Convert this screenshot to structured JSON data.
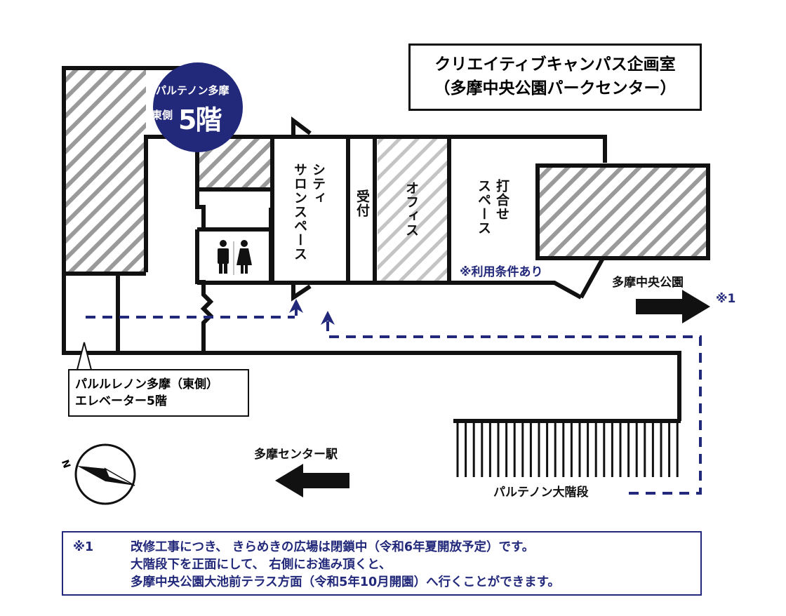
{
  "title": {
    "line1": "クリエイティブキャンパス企画室",
    "line2": "（多摩中央公園パークセンター）"
  },
  "badge": {
    "building": "パルテノン多摩",
    "side": "東側",
    "floor": "5階",
    "color": "#22287a"
  },
  "rooms": {
    "city_salon_1": "シティ",
    "city_salon_2": "サロンスペース",
    "reception": "受付",
    "office": "オフィス",
    "meeting_1": "打合せ",
    "meeting_2": "スペース",
    "meeting_note": "※利用条件あり"
  },
  "icons": {
    "restroom": "restroom-icon",
    "compass": "compass-icon"
  },
  "compass_label": "N",
  "directions": {
    "park": "多摩中央公園",
    "park_note": "※1",
    "station": "多摩センター駅",
    "stairs": "パルテノン大階段"
  },
  "elevator_callout": {
    "line1": "パルルレノン多摩（東側）",
    "line2": "エレベーター5階"
  },
  "footnote": {
    "mark": "※1",
    "lines": [
      "改修工事につき、 きらめきの広場は閉鎖中（令和6年夏開放予定）です。",
      "大階段下を正面にして、 右側にお進み頂くと、",
      "多摩中央公園大池前テラス方面（令和5年10月開園）へ行くことができます。"
    ]
  },
  "colors": {
    "route": "#22287a",
    "wall": "#111111",
    "hatch": "#999999"
  }
}
